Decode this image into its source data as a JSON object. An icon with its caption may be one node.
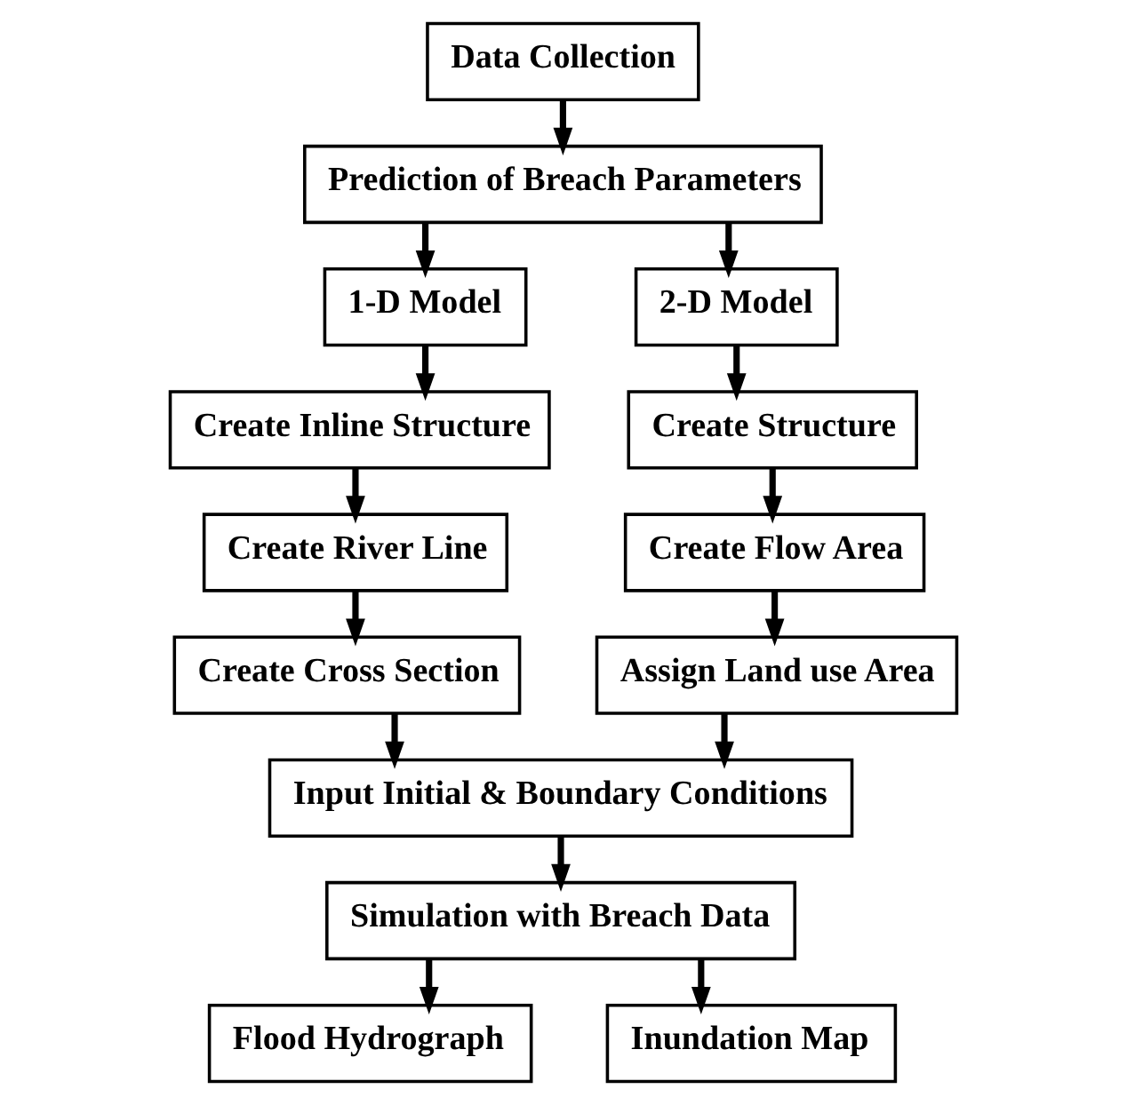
{
  "diagram": {
    "nodes": [
      {
        "text": [
          "Data Collection"
        ]
      },
      {
        "text": [
          "Prediction of Breach Parameters"
        ]
      },
      {
        "text": [
          "1-D Model"
        ]
      },
      {
        "text": [
          "2-D Model"
        ]
      },
      {
        "text": [
          "Create Inline Structure"
        ]
      },
      {
        "text": [
          "Create Structure"
        ]
      },
      {
        "text": [
          "Create River Line"
        ]
      },
      {
        "text": [
          "Create Flow Area"
        ]
      },
      {
        "text": [
          "Create Cross Section"
        ]
      },
      {
        "text": [
          "Assign Land use Area"
        ]
      },
      {
        "text": [
          "Input Initial & Boundary Conditions"
        ]
      },
      {
        "text": [
          "Simulation with Breach Data"
        ]
      },
      {
        "text": [
          "Flood Hydrograph"
        ]
      },
      {
        "text": [
          "Inundation Map"
        ]
      }
    ],
    "edges": [
      {
        "from": 0,
        "to": 1,
        "arrow": "to"
      },
      {
        "from": 1,
        "to": 2,
        "arrow": "to"
      },
      {
        "from": 1,
        "to": 3,
        "arrow": "to"
      },
      {
        "from": 2,
        "to": 4,
        "arrow": "to"
      },
      {
        "from": 4,
        "to": 6,
        "arrow": "to"
      },
      {
        "from": 6,
        "to": 8,
        "arrow": "to"
      },
      {
        "from": 3,
        "to": 5,
        "arrow": "to"
      },
      {
        "from": 5,
        "to": 7,
        "arrow": "to"
      },
      {
        "from": 7,
        "to": 9,
        "arrow": "to"
      },
      {
        "from": 8,
        "to": 10,
        "arrow": "to"
      },
      {
        "from": 9,
        "to": 10,
        "arrow": "to"
      },
      {
        "from": 10,
        "to": 11,
        "arrow": "to"
      },
      {
        "from": 11,
        "to": 12,
        "arrow": "to"
      },
      {
        "from": 11,
        "to": 13,
        "arrow": "to"
      }
    ]
  }
}
